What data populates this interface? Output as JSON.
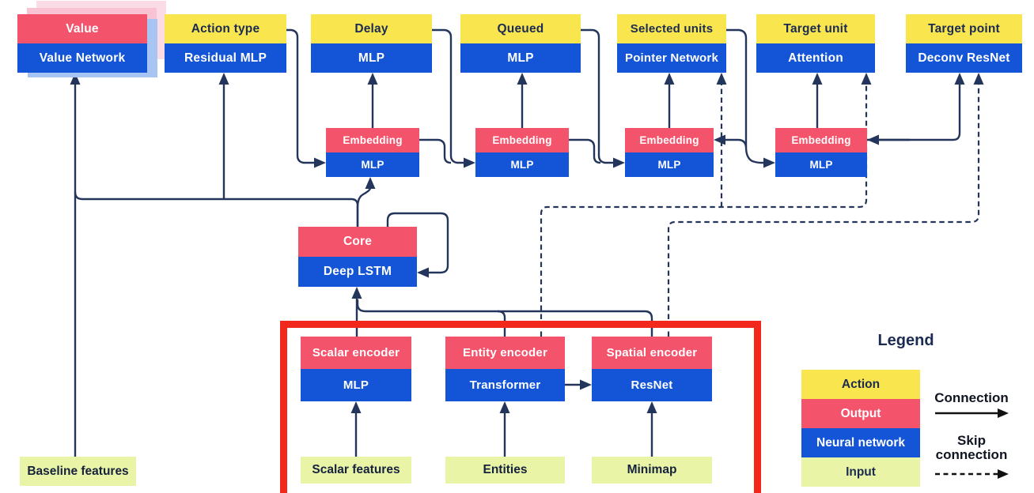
{
  "colors": {
    "action": "#F9E64F",
    "output": "#F4536C",
    "network": "#1355D6",
    "input": "#E9F4A6",
    "line": "#24355C",
    "dark_text": "#1C2B52",
    "highlight": "#F2281C",
    "ghost_pink_outer": "#FBDCE6",
    "ghost_pink_inner": "#F8C3D2",
    "ghost_blue": "#A7C4F2"
  },
  "nodes": [
    {
      "id": "value",
      "header": "Value",
      "body": "Value Network",
      "header_type": "output"
    },
    {
      "id": "action-type",
      "header": "Action type",
      "body": "Residual MLP",
      "header_type": "action"
    },
    {
      "id": "delay",
      "header": "Delay",
      "body": "MLP",
      "header_type": "action"
    },
    {
      "id": "queued",
      "header": "Queued",
      "body": "MLP",
      "header_type": "action"
    },
    {
      "id": "selected-units",
      "header": "Selected units",
      "body": "Pointer Network",
      "header_type": "action"
    },
    {
      "id": "target-unit",
      "header": "Target unit",
      "body": "Attention",
      "header_type": "action"
    },
    {
      "id": "target-point",
      "header": "Target point",
      "body": "Deconv ResNet",
      "header_type": "action"
    },
    {
      "id": "embedding-1",
      "header": "Embedding",
      "body": "MLP",
      "header_type": "output"
    },
    {
      "id": "embedding-2",
      "header": "Embedding",
      "body": "MLP",
      "header_type": "output"
    },
    {
      "id": "embedding-3",
      "header": "Embedding",
      "body": "MLP",
      "header_type": "output"
    },
    {
      "id": "embedding-4",
      "header": "Embedding",
      "body": "MLP",
      "header_type": "output"
    },
    {
      "id": "core",
      "header": "Core",
      "body": "Deep LSTM",
      "header_type": "output"
    },
    {
      "id": "scalar-encoder",
      "header": "Scalar encoder",
      "body": "MLP",
      "header_type": "output"
    },
    {
      "id": "entity-encoder",
      "header": "Entity encoder",
      "body": "Transformer",
      "header_type": "output"
    },
    {
      "id": "spatial-encoder",
      "header": "Spatial encoder",
      "body": "ResNet",
      "header_type": "output"
    }
  ],
  "inputs": [
    {
      "id": "baseline-features",
      "label": "Baseline features"
    },
    {
      "id": "scalar-features",
      "label": "Scalar features"
    },
    {
      "id": "entities",
      "label": "Entities"
    },
    {
      "id": "minimap",
      "label": "Minimap"
    }
  ],
  "legend": {
    "title": "Legend",
    "items": [
      {
        "label": "Action",
        "type": "action"
      },
      {
        "label": "Output",
        "type": "output"
      },
      {
        "label": "Neural network",
        "type": "network"
      },
      {
        "label": "Input",
        "type": "input"
      }
    ],
    "connection_label": "Connection",
    "skip_connection_label": "Skip connection"
  }
}
